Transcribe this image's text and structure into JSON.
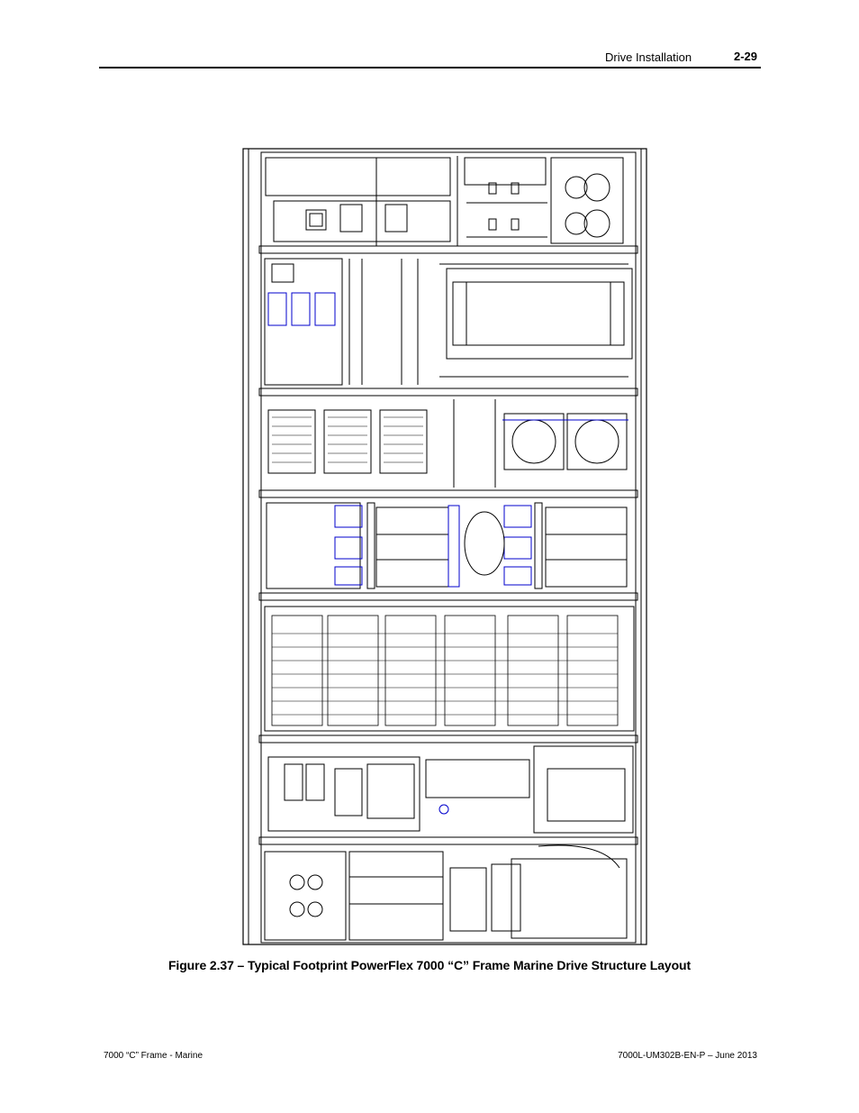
{
  "header": {
    "section_title": "Drive Installation",
    "page_number": "2-29"
  },
  "figure": {
    "caption": "Figure 2.37  – Typical Footprint PowerFlex 7000 “C” Frame Marine Drive Structure Layout"
  },
  "footer": {
    "left": "7000 “C” Frame - Marine",
    "right": "7000L-UM302B-EN-P – June 2013"
  }
}
